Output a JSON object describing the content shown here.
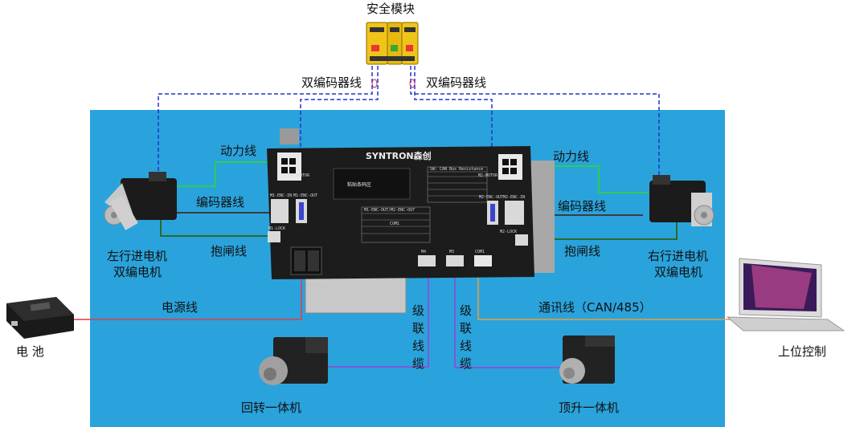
{
  "labels": {
    "safety_module": "安全模块",
    "dual_encoder_left": "双编码器线",
    "dual_encoder_right": "双编码器线",
    "power_line_left": "动力线",
    "power_line_right": "动力线",
    "encoder_line_left": "编码器线",
    "encoder_line_right": "编码器线",
    "brake_line_left": "抱闸线",
    "brake_line_right": "抱闸线",
    "left_motor_line1": "左行进电机",
    "left_motor_line2": "双编电机",
    "right_motor_line1": "右行进电机",
    "right_motor_line2": "双编电机",
    "power_supply_line": "电源线",
    "battery": "电 池",
    "comm_line": "通讯线（CAN/485）",
    "host_control": "上位控制",
    "cascade_left": [
      "级",
      "联",
      "线",
      "缆"
    ],
    "cascade_right": [
      "级",
      "联",
      "线",
      "缆"
    ],
    "rotary_unit": "回转一体机",
    "lift_unit": "顶升一体机"
  },
  "controller": {
    "brand": "SYNTRON森创",
    "sticker": "粘贴条码区",
    "m1_motor": "M1-MOTOR",
    "m2_motor": "M2-MOTOR",
    "m1_enc_in": "M1-ENC-IN",
    "m1_enc_out": "M1-ENC-OUT",
    "m2_enc_out": "M2-ENC-OUT",
    "m2_enc_in": "M2-ENC-IN",
    "m1_lock": "M1-LOCK",
    "m2_lock": "M2-LOCK",
    "m4": "M4",
    "m3": "M3",
    "com1": "COM1",
    "enc_out_table_title": "M1-ENC-OUT/M2-ENC-OUT",
    "com1_title": "COM1",
    "can_table_title": "SW: CAN Bus Resistance"
  },
  "colors": {
    "panel": "#2aa3dc",
    "controller": "#1c1c1c",
    "encoder_dashed": "#2233cc",
    "power_line": "#2ecc55",
    "encoder_line": "#3d3d3d",
    "brake_line": "#2a6b2a",
    "supply_line": "#e23a4a",
    "comm_line": "#e8a040",
    "cascade_line": "#9b40d8",
    "safety_module": "#f0c419"
  }
}
